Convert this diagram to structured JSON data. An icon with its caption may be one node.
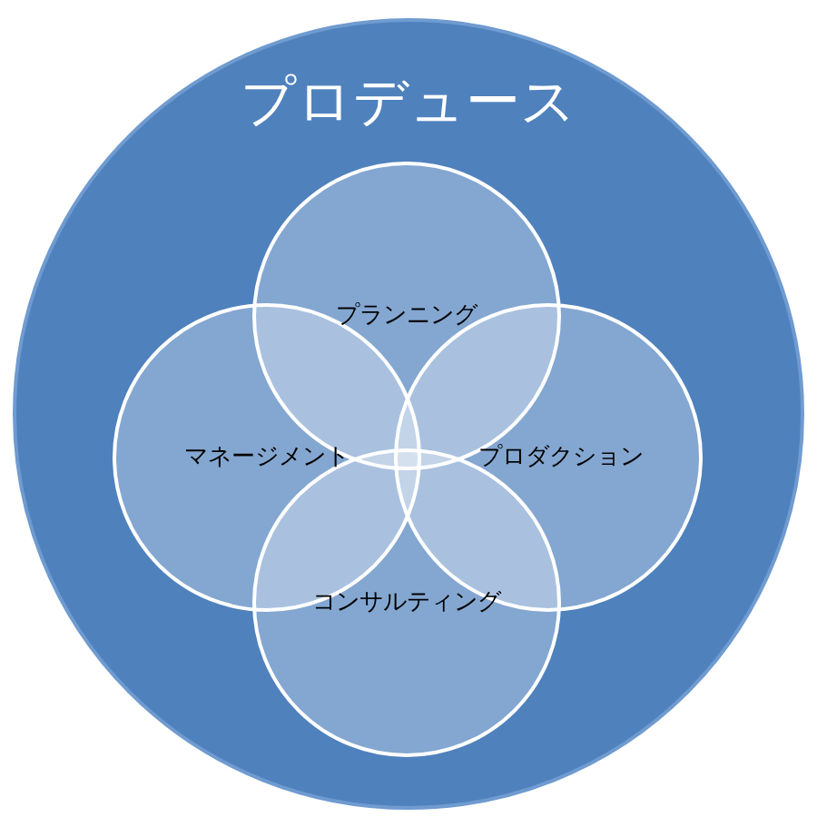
{
  "diagram": {
    "nodes": [
      {
        "text": [
          "プロデュース"
        ]
      },
      {
        "text": [
          "プランニング"
        ],
        "in": 0
      },
      {
        "text": [
          "マネージメント"
        ],
        "in": 0
      },
      {
        "text": [
          "プロダクション"
        ],
        "in": 0
      },
      {
        "text": [
          "コンサルティング"
        ],
        "in": 0
      }
    ]
  }
}
